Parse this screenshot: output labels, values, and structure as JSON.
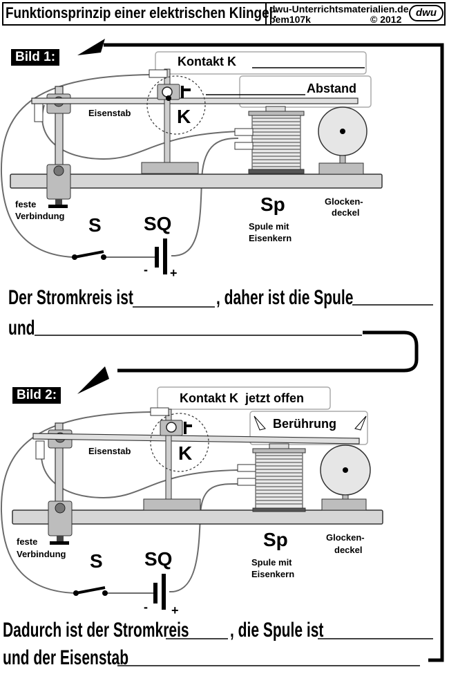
{
  "header": {
    "title": "Funktionsprinzip einer elektrischen Klingel:",
    "site": "dwu-Unterrichtsmaterialien.de",
    "code": "pem107k",
    "copyright": "© 2012",
    "logo": "dwu"
  },
  "bild1": {
    "badge": "Bild 1:",
    "contact_label": "Kontakt K",
    "gap_label": "Abstand",
    "iron_rod": "Eisenstab",
    "contact_letter": "K",
    "fixed_connection_1": "feste",
    "fixed_connection_2": "Verbindung",
    "switch": "S",
    "source": "SQ",
    "minus": "-",
    "plus": "+",
    "coil": "Sp",
    "coil_desc_1": "Spule mit",
    "coil_desc_2": "Eisenkern",
    "bell_1": "Glocken-",
    "bell_2": "deckel"
  },
  "sentence1": {
    "part1": "Der Stromkreis ist",
    "part2": ", daher ist die Spule",
    "part3": "und"
  },
  "bild2": {
    "badge": "Bild 2:",
    "contact_label": "Kontakt K  jetzt offen",
    "touch_label": "Berührung",
    "iron_rod": "Eisenstab",
    "contact_letter": "K",
    "fixed_connection_1": "feste",
    "fixed_connection_2": "Verbindung",
    "switch": "S",
    "source": "SQ",
    "minus": "-",
    "plus": "+",
    "coil": "Sp",
    "coil_desc_1": "Spule mit",
    "coil_desc_2": "Eisenkern",
    "bell_1": "Glocken-",
    "bell_2": "deckel"
  },
  "sentence2": {
    "part1": "Dadurch ist der Stromkreis",
    "part2": ", die Spule ist",
    "part3": "und der Eisenstab"
  },
  "colors": {
    "wire": "#6b6b6b",
    "metal": "#c8c8c8",
    "coil": "#888888"
  }
}
